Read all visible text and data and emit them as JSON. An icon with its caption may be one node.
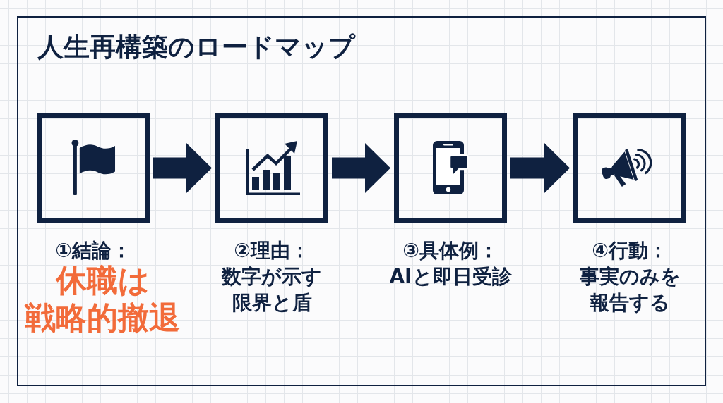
{
  "diagram": {
    "title": "人生再構築のロードマップ",
    "nodes": [
      {
        "text": [
          "①結論：",
          "休職は戦略的撤退"
        ]
      },
      {
        "text": [
          "②理由：",
          "数字が示す限界と盾"
        ]
      },
      {
        "text": [
          "③具体例：",
          "AIと即日受診"
        ]
      },
      {
        "text": [
          "④行動：",
          "事実のみを報告する"
        ]
      }
    ],
    "edges": [
      {
        "from": 0,
        "to": 1,
        "arrow": "to"
      },
      {
        "from": 1,
        "to": 2,
        "arrow": "to"
      },
      {
        "from": 2,
        "to": 3,
        "arrow": "to"
      }
    ]
  }
}
